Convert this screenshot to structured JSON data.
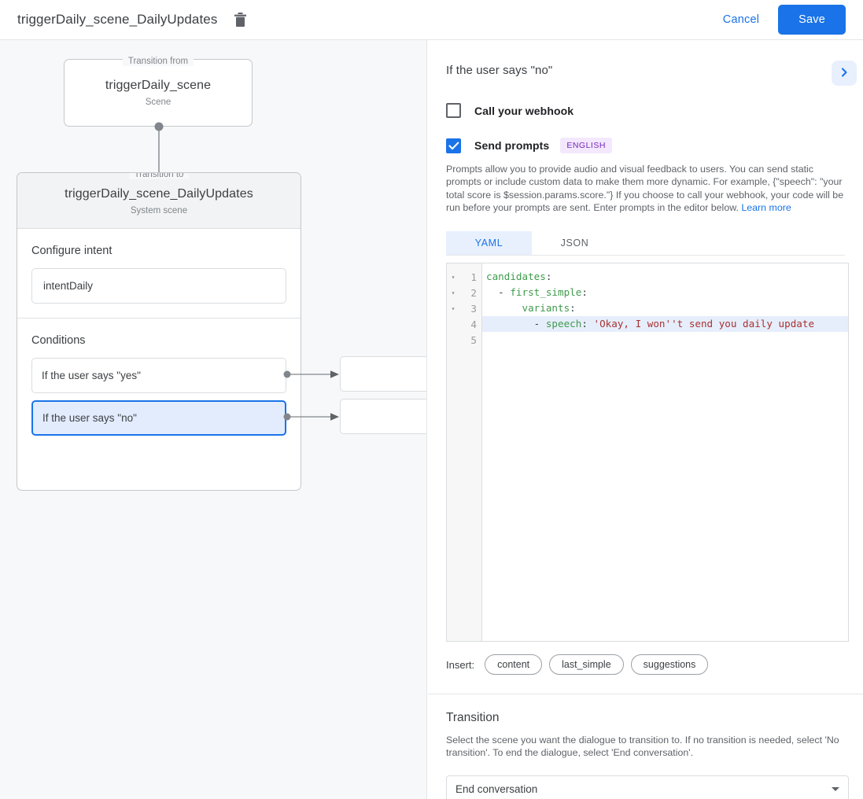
{
  "topbar": {
    "title": "triggerDaily_scene_DailyUpdates",
    "delete_icon": "trash-icon",
    "cancel_label": "Cancel",
    "save_label": "Save",
    "accent": "#1a73e8"
  },
  "graph": {
    "from_legend": "Transition from",
    "from_node": {
      "title": "triggerDaily_scene",
      "subtitle": "Scene"
    },
    "to_legend": "Transition to",
    "to_node": {
      "title": "triggerDaily_scene_DailyUpdates",
      "subtitle": "System scene"
    },
    "intent": {
      "label": "Configure intent",
      "value": "intentDaily"
    },
    "conditions": {
      "label": "Conditions",
      "items": [
        {
          "label": "If the user says \"yes\"",
          "selected": false
        },
        {
          "label": "If the user says \"no\"",
          "selected": true
        }
      ]
    },
    "stub_boxes": [
      "",
      ""
    ]
  },
  "panel": {
    "title": "If the user says \"no\"",
    "expand_icon": "chevron-right-icon",
    "webhook": {
      "label": "Call your webhook",
      "checked": false
    },
    "prompts": {
      "label": "Send prompts",
      "checked": true,
      "language_badge": "ENGLISH",
      "badge_bg": "#f3e8fd",
      "badge_fg": "#7627bb",
      "description": "Prompts allow you to provide audio and visual feedback to users. You can send static prompts or include custom data to make them more dynamic. For example, {\"speech\": \"your total score is $session.params.score.\"} If you choose to call your webhook, your code will be run before your prompts are sent. Enter prompts in the editor below. ",
      "learn_more": "Learn more"
    },
    "editor": {
      "tabs": [
        {
          "label": "YAML",
          "active": true
        },
        {
          "label": "JSON",
          "active": false
        }
      ],
      "lines": [
        {
          "num": "1",
          "fold": "▾",
          "highlight": false,
          "tokens": [
            {
              "t": "candidates",
              "c": "k"
            },
            {
              "t": ":",
              "c": "p"
            }
          ]
        },
        {
          "num": "2",
          "fold": "▾",
          "highlight": false,
          "tokens": [
            {
              "t": "  - ",
              "c": "p"
            },
            {
              "t": "first_simple",
              "c": "k"
            },
            {
              "t": ":",
              "c": "p"
            }
          ]
        },
        {
          "num": "3",
          "fold": "▾",
          "highlight": false,
          "tokens": [
            {
              "t": "      ",
              "c": "p"
            },
            {
              "t": "variants",
              "c": "k"
            },
            {
              "t": ":",
              "c": "p"
            }
          ]
        },
        {
          "num": "4",
          "fold": "",
          "highlight": true,
          "tokens": [
            {
              "t": "        - ",
              "c": "p"
            },
            {
              "t": "speech",
              "c": "k"
            },
            {
              "t": ": ",
              "c": "p"
            },
            {
              "t": "'Okay, I won''t send you daily update",
              "c": "s"
            }
          ]
        },
        {
          "num": "5",
          "fold": "",
          "highlight": false,
          "tokens": []
        }
      ]
    },
    "insert": {
      "label": "Insert:",
      "chips": [
        "content",
        "last_simple",
        "suggestions"
      ]
    },
    "transition": {
      "title": "Transition",
      "description": "Select the scene you want the dialogue to transition to. If no transition is needed, select 'No transition'. To end the dialogue, select 'End conversation'.",
      "select_value": "End conversation",
      "caret_icon": "chevron-down-icon"
    }
  }
}
